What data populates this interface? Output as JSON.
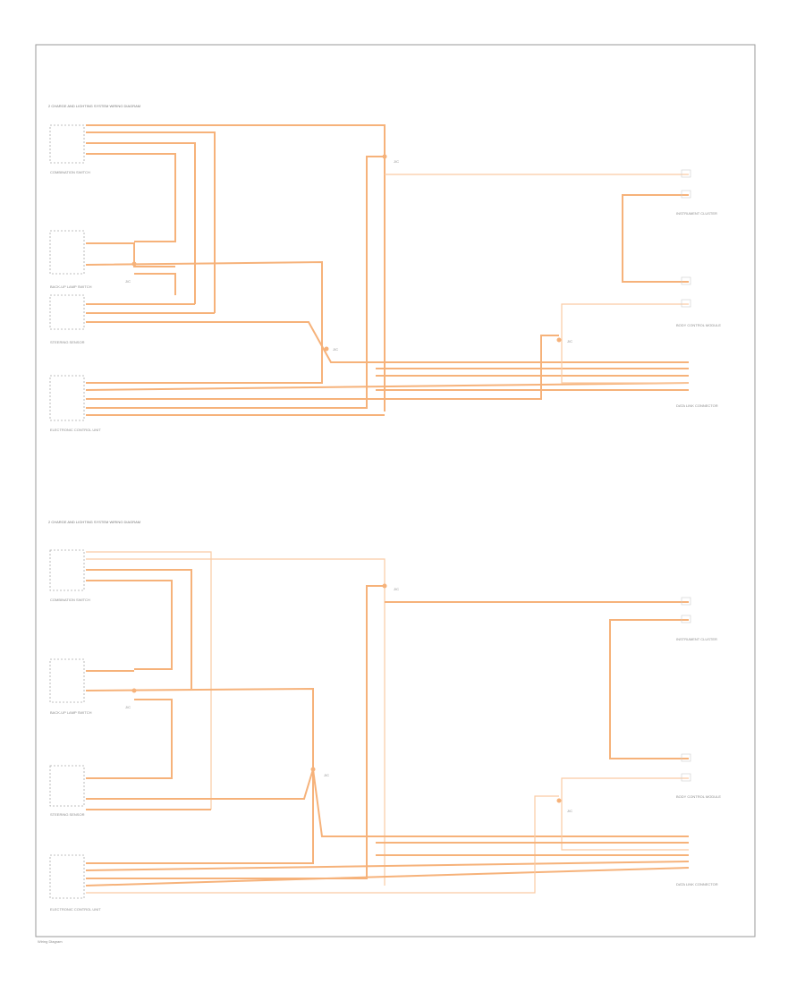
{
  "page_label": "Wiring Diagram",
  "sections": [
    {
      "id": "top",
      "title": "2 CHARGE AND LIGHTING SYSTEM WIRING DIAGRAM"
    },
    {
      "id": "bottom",
      "title": "2 CHARGE AND LIGHTING SYSTEM WIRING DIAGRAM"
    }
  ],
  "components_top": [
    {
      "label": "COMBINATION SWITCH"
    },
    {
      "label": "BACK-UP LAMP SWITCH"
    },
    {
      "label": "STEERING SENSOR"
    },
    {
      "label": "ELECTRONIC CONTROL UNIT"
    },
    {
      "label": "INSTRUMENT CLUSTER"
    },
    {
      "label": "BODY CONTROL MODULE"
    },
    {
      "label": "DATA LINK CONNECTOR"
    }
  ],
  "components_bottom": [
    {
      "label": "COMBINATION SWITCH"
    },
    {
      "label": "BACK-UP LAMP SWITCH"
    },
    {
      "label": "STEERING SENSOR"
    },
    {
      "label": "ELECTRONIC CONTROL UNIT"
    },
    {
      "label": "INSTRUMENT CLUSTER"
    },
    {
      "label": "BODY CONTROL MODULE"
    },
    {
      "label": "DATA LINK CONNECTOR"
    }
  ],
  "splices": [
    {
      "label": "J/C"
    },
    {
      "label": "J/C"
    },
    {
      "label": "J/C"
    },
    {
      "label": "J/C"
    },
    {
      "label": "J/C"
    },
    {
      "label": "J/C"
    },
    {
      "label": "J/C"
    },
    {
      "label": "J/C"
    }
  ],
  "colors": {
    "wire": "#f6b27a",
    "frame": "#9a9a9a"
  }
}
